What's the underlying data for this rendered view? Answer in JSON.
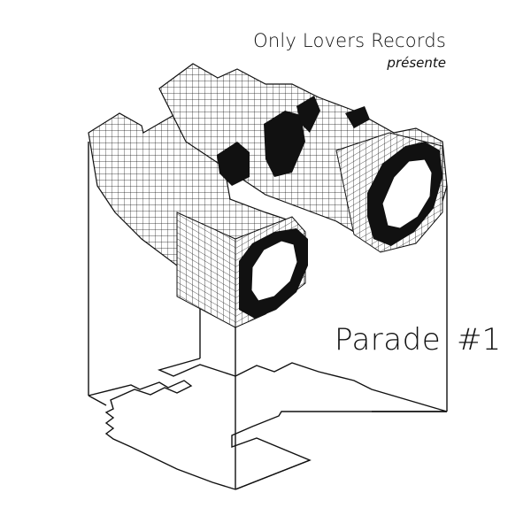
{
  "cover": {
    "publisher": "Only Lovers Records",
    "presents": "présente",
    "title": "Parade",
    "issue": "#1"
  },
  "colors": {
    "ink": "#111111",
    "paper": "#ffffff"
  },
  "icons": {
    "artwork": "isometric-voxel-sculpture-icon"
  }
}
